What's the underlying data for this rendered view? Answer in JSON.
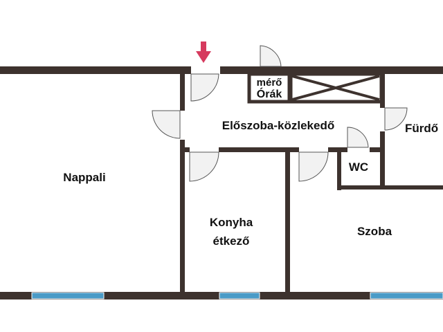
{
  "rooms": {
    "nappali": "Nappali",
    "eloszoba": "Előszoba-közlekedő",
    "furdo": "Fürdő",
    "wc": "WC",
    "konyha_line1": "Konyha",
    "konyha_line2": "étkező",
    "szoba": "Szoba",
    "meroorak_line1": "mérő",
    "meroorak_line2": "Órák"
  },
  "colors": {
    "wall": "#3d322e",
    "window": "#4a9bc7",
    "door_fill": "#f2f2f2",
    "door_stroke": "#555555",
    "entrance_arrow": "#d63a5e"
  },
  "icons": {
    "entrance": "entrance-arrow-icon"
  }
}
